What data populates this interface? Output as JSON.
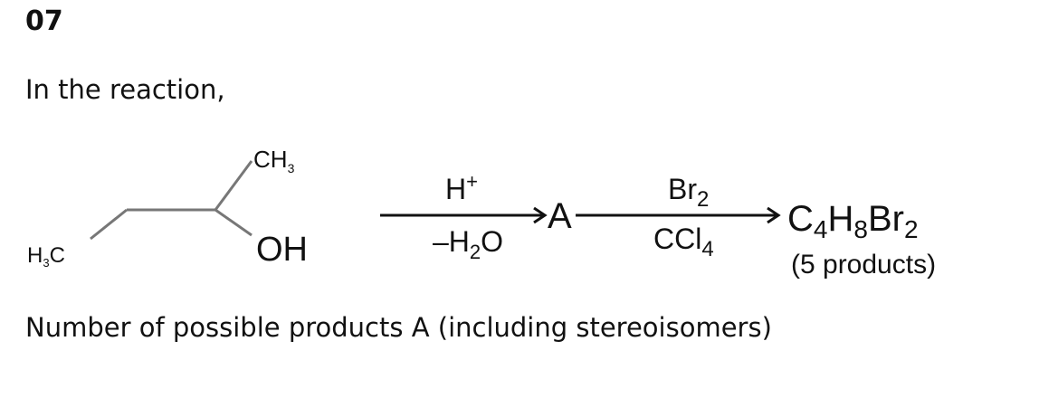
{
  "question_number": "07",
  "intro": "In the reaction,",
  "reaction": {
    "reactant": {
      "ch3": "CH",
      "ch3_sub": "3",
      "h3c": "H",
      "h3c_sub": "3",
      "h3c_c": "C",
      "oh": "OH"
    },
    "step1": {
      "above": "H",
      "above_sup": "+",
      "below_a": "–H",
      "below_sub": "2",
      "below_b": "O"
    },
    "intermediate": "A",
    "step2": {
      "above": "Br",
      "above_sub": "2",
      "below": "CCl",
      "below_sub": "4"
    },
    "product": {
      "c": "C",
      "c_sub": "4",
      "h": "H",
      "h_sub": "8",
      "br": "Br",
      "br_sub": "2",
      "note": "(5 products)"
    }
  },
  "question": "Number of possible products A (including stereoisomers)"
}
